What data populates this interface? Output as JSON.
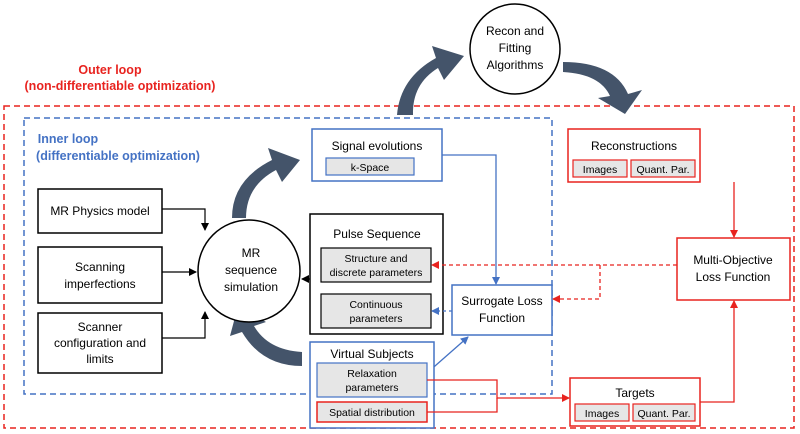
{
  "outer_loop": {
    "title": "Outer loop",
    "subtitle": "(non-differentiable optimization)",
    "color": "#e8231f"
  },
  "inner_loop": {
    "title": "Inner loop",
    "subtitle": "(differentiable optimization)",
    "color": "#4472c4"
  },
  "recon": {
    "line1": "Recon and",
    "line2": "Fitting",
    "line3": "Algorithms"
  },
  "mr_physics": {
    "label": "MR Physics model"
  },
  "scanning": {
    "line1": "Scanning",
    "line2": "imperfections"
  },
  "scanner": {
    "line1": "Scanner",
    "line2": "configuration and",
    "line3": "limits"
  },
  "simulation": {
    "line1": "MR",
    "line2": "sequence",
    "line3": "simulation"
  },
  "signal": {
    "title": "Signal evolutions",
    "kspace": "k-Space"
  },
  "pulse": {
    "title": "Pulse Sequence",
    "structure1": "Structure and",
    "structure2": "discrete parameters",
    "cont1": "Continuous",
    "cont2": "parameters"
  },
  "surrogate": {
    "line1": "Surrogate Loss",
    "line2": "Function"
  },
  "virtual": {
    "title": "Virtual Subjects",
    "relax1": "Relaxation",
    "relax2": "parameters",
    "spatial": "Spatial distribution"
  },
  "reconstructions": {
    "title": "Reconstructions",
    "images": "Images",
    "quant": "Quant. Par."
  },
  "multi": {
    "line1": "Multi-Objective",
    "line2": "Loss Function"
  },
  "targets": {
    "title": "Targets",
    "images": "Images",
    "quant": "Quant. Par."
  },
  "colors": {
    "red": "#e8231f",
    "blue": "#4472c4",
    "dark_arrow": "#44546a",
    "grey_fill": "#e6e6e6"
  }
}
